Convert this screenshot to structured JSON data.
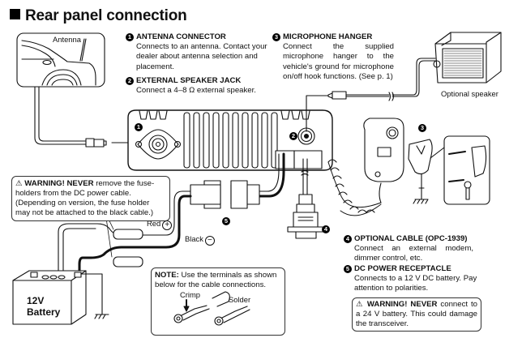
{
  "title": "Rear panel connection",
  "items": [
    {
      "number": "1",
      "heading": "ANTENNA CONNECTOR",
      "body": "Connects to an antenna. Contact your dealer about antenna selection and placement."
    },
    {
      "number": "2",
      "heading": "EXTERNAL SPEAKER JACK",
      "body": "Connect a 4–8 Ω external speaker."
    },
    {
      "number": "3",
      "heading": "MICROPHONE HANGER",
      "body": "Connect the supplied microphone hanger to the vehicle's ground for microphone on/off hook functions. (See p. 1)"
    },
    {
      "number": "4",
      "heading": "OPTIONAL CABLE (OPC-1939)",
      "body": "Connect an external modem, dimmer control, etc."
    },
    {
      "number": "5",
      "heading": "DC POWER RECEPTACLE",
      "body": "Connects to a 12 V DC battery. Pay attention to polarities."
    }
  ],
  "warnings": {
    "fuse": {
      "icon": "⚠",
      "strong": "WARNING! NEVER",
      "text": " remove the fuse-holders from the DC power cable. (Depending on version, the fuse holder may not be attached to the black cable.)"
    },
    "battery": {
      "icon": "⚠",
      "strong": "WARNING! NEVER",
      "text": " connect to a 24 V battery. This could damage the transceiver."
    }
  },
  "note": {
    "strong": "NOTE:",
    "text": " Use the terminals as shown below for the cable connections.",
    "crimp": "Crimp",
    "solder": "Solder"
  },
  "labels": {
    "antenna": "Antenna",
    "optional_speaker": "Optional speaker",
    "red": "Red",
    "black": "Black",
    "plus": "+",
    "minus": "−",
    "battery_line1": "12V",
    "battery_line2": "Battery"
  },
  "callouts": {
    "n1": "1",
    "n2": "2",
    "n3": "3",
    "n4": "4",
    "n5": "5"
  }
}
